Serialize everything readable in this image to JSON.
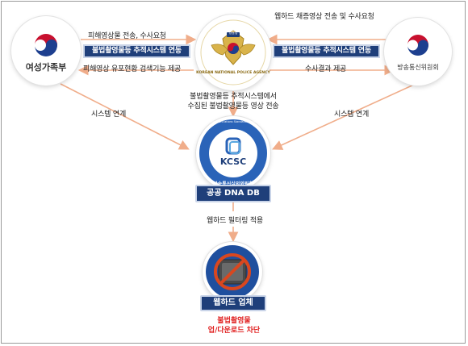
{
  "nodes": {
    "mogef": {
      "name": "여성가족부"
    },
    "police": {
      "emblem_text": "경찰청",
      "ring_text": "KOREAN NATIONAL POLICE AGENCY"
    },
    "kcc": {
      "name": "방송통신위원회"
    },
    "kcsc": {
      "logo": "KCSC",
      "ring_text": "Korea Communications Standards Commission",
      "kr_text": "방송통신심의위원회",
      "label": "공공 DNA DB"
    },
    "webhard": {
      "label": "웹하드 업체",
      "note_line1": "불법촬영물",
      "note_line2": "업/다운로드 차단"
    }
  },
  "edges": {
    "left_top": "피해영상물 전송, 수사요청",
    "left_box": "불법촬영물등 추적시스템 연동",
    "left_bottom": "피해영상 유포현황 검색기능 제공",
    "right_top": "웹하드 채증영상 전송 및 수사요청",
    "right_box": "불법촬영물등 추적시스템 연동",
    "right_bottom": "수사결과 제공",
    "center_line1": "불법촬영물등 추적시스템에서",
    "center_line2": "수집된 불법촬영물등 영상 전송",
    "left_link": "시스템 연계",
    "right_link": "시스템 연계",
    "filter": "웹하드 필터링 적용"
  },
  "colors": {
    "navy": "#1f3f7a",
    "arrow": "#f0ad8a",
    "red": "#e01e1e"
  }
}
